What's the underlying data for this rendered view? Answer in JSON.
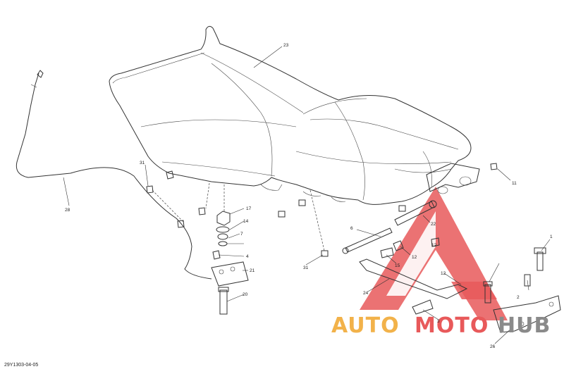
{
  "labels": {
    "p23": "23",
    "p28": "28",
    "p31a": "31",
    "p17": "17",
    "p14": "14",
    "p7": "7",
    "p4": "4",
    "p21": "21",
    "p20": "20",
    "p31b": "31",
    "p6": "6",
    "p12a": "12",
    "p12b": "12",
    "p22": "22",
    "p15": "15",
    "p12c": "12",
    "p24": "24",
    "p11": "11",
    "p1": "1",
    "p2": "2",
    "p3": "3",
    "p26": "26"
  },
  "ref_code": "29Y1303-04-05",
  "watermark": {
    "part1": "AUTO",
    "part2": "MOTO",
    "part3": "HUB"
  },
  "colors": {
    "accent_red": "#e8595a",
    "accent_orange": "#f2b24a",
    "hub_gray": "#8a8a8a"
  }
}
